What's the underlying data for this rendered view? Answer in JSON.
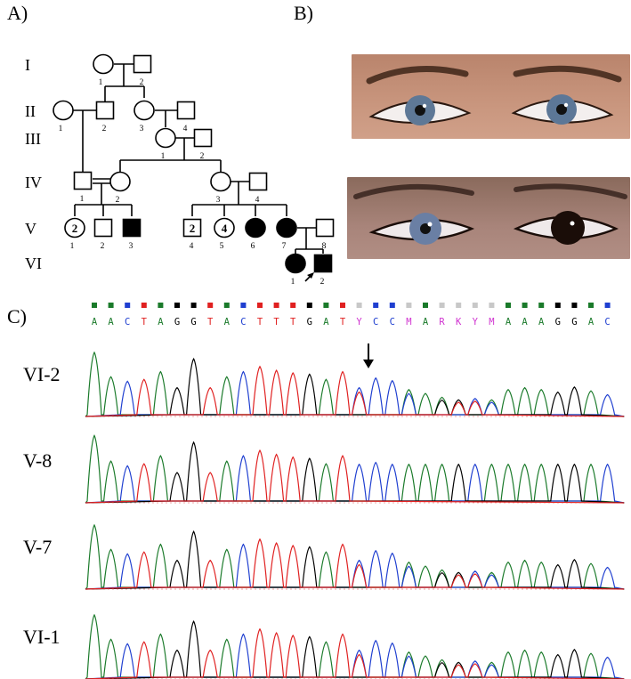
{
  "panels": {
    "a": "A)",
    "b": "B)",
    "c": "C)"
  },
  "pedigree": {
    "generations": [
      "I",
      "II",
      "III",
      "IV",
      "V",
      "VI"
    ],
    "individuals": [
      {
        "id": "I-1",
        "shape": "circle",
        "num": "1"
      },
      {
        "id": "I-2",
        "shape": "square",
        "num": "2"
      },
      {
        "id": "II-1",
        "shape": "circle",
        "num": "1"
      },
      {
        "id": "II-2",
        "shape": "square",
        "num": "2"
      },
      {
        "id": "II-3",
        "shape": "circle",
        "num": "3"
      },
      {
        "id": "II-4",
        "shape": "square",
        "num": "4"
      },
      {
        "id": "III-1",
        "shape": "circle",
        "num": "1"
      },
      {
        "id": "III-2",
        "shape": "square",
        "num": "2"
      },
      {
        "id": "IV-1",
        "shape": "square",
        "num": "1"
      },
      {
        "id": "IV-2",
        "shape": "circle",
        "num": "2"
      },
      {
        "id": "IV-3",
        "shape": "circle",
        "num": "3"
      },
      {
        "id": "IV-4",
        "shape": "square",
        "num": "4"
      },
      {
        "id": "V-1",
        "shape": "circle",
        "num": "1",
        "count": "2"
      },
      {
        "id": "V-2",
        "shape": "square",
        "num": "2"
      },
      {
        "id": "V-3",
        "shape": "square",
        "num": "3",
        "affected": true
      },
      {
        "id": "V-4",
        "shape": "square",
        "num": "4",
        "count": "2"
      },
      {
        "id": "V-5",
        "shape": "circle",
        "num": "5",
        "count": "4"
      },
      {
        "id": "V-6",
        "shape": "circle",
        "num": "6",
        "affected": true
      },
      {
        "id": "V-7",
        "shape": "circle",
        "num": "7",
        "affected": true
      },
      {
        "id": "V-8",
        "shape": "square",
        "num": "8"
      },
      {
        "id": "VI-1",
        "shape": "circle",
        "num": "1",
        "affected": true
      },
      {
        "id": "VI-2",
        "shape": "square",
        "num": "2",
        "affected": true,
        "proband": true
      }
    ]
  },
  "photos": [
    {
      "name": "eyes-top",
      "iris_left": "#5e7896",
      "iris_right": "#5c7797"
    },
    {
      "name": "eyes-bottom",
      "iris_left": "#6a7fa4",
      "iris_right": "#1a0d08"
    }
  ],
  "sequence": {
    "bases": [
      "A",
      "A",
      "C",
      "T",
      "A",
      "G",
      "G",
      "T",
      "A",
      "C",
      "T",
      "T",
      "T",
      "G",
      "A",
      "T",
      "Y",
      "C",
      "C",
      "M",
      "A",
      "R",
      "K",
      "Y",
      "M",
      "A",
      "A",
      "A",
      "G",
      "G",
      "A",
      "C"
    ],
    "colors": {
      "A": "#1a7a2a",
      "C": "#1f3fd0",
      "G": "#000000",
      "T": "#e02020",
      "N": "#d033d0"
    }
  },
  "traces": [
    {
      "label": "VI-2"
    },
    {
      "label": "V-8"
    },
    {
      "label": "V-7"
    },
    {
      "label": "VI-1"
    }
  ]
}
